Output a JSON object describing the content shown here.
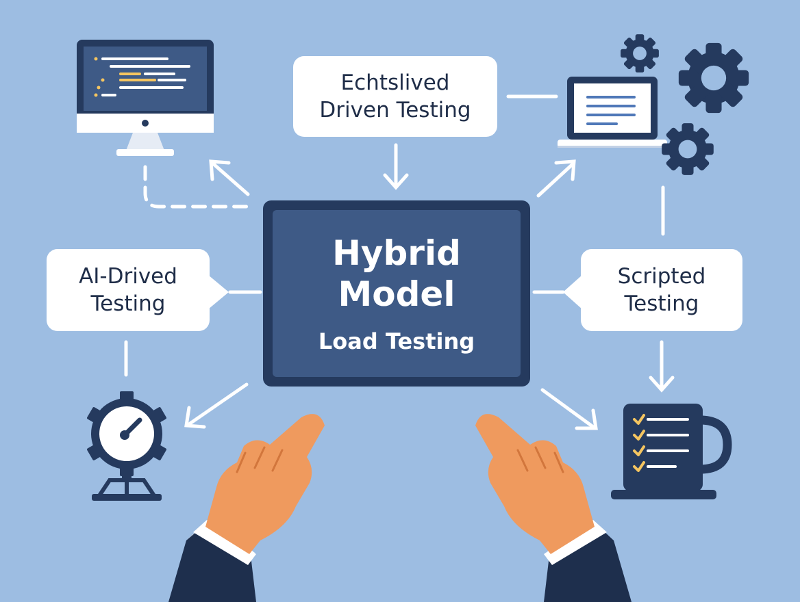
{
  "center": {
    "title_line1": "Hybrid",
    "title_line2": "Model",
    "subtitle": "Load Testing"
  },
  "nodes": {
    "top": {
      "line1": "Echtslived",
      "line2": "Driven Testing"
    },
    "left": {
      "line1": "AI-Drived",
      "line2": "Testing"
    },
    "right": {
      "line1": "Scripted",
      "line2": "Testing"
    }
  },
  "icons": [
    "monitor-code-icon",
    "laptop-document-icon",
    "gear-icon",
    "stopwatch-icon",
    "checklist-mug-icon",
    "pointing-hand-icon"
  ],
  "colors": {
    "background": "#9dbde2",
    "navy": "#253a5e",
    "center_fill": "#3e5a86",
    "accent_yellow": "#f5c560",
    "skin": "#ef9a5e",
    "white": "#ffffff"
  }
}
